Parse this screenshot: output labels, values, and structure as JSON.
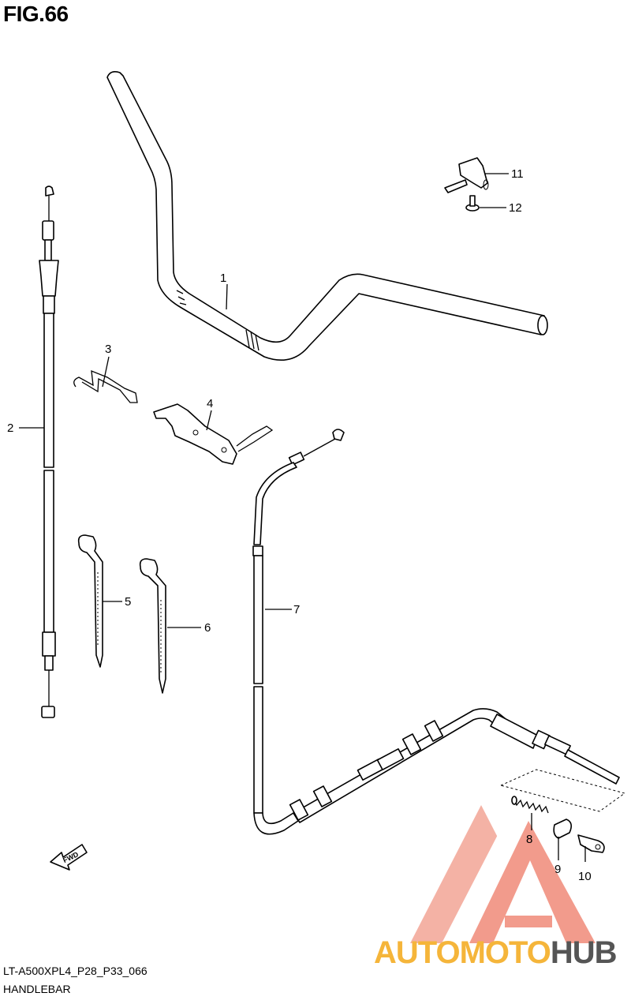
{
  "figure": {
    "title": "FIG.66",
    "code": "LT-A500XPL4_P28_P33_066",
    "section": "HANDLEBAR"
  },
  "parts": [
    {
      "ref": "1"
    },
    {
      "ref": "2"
    },
    {
      "ref": "3"
    },
    {
      "ref": "4"
    },
    {
      "ref": "5"
    },
    {
      "ref": "6"
    },
    {
      "ref": "7"
    },
    {
      "ref": "8"
    },
    {
      "ref": "9"
    },
    {
      "ref": "10"
    },
    {
      "ref": "11"
    },
    {
      "ref": "12"
    }
  ],
  "direction_arrow": {
    "label": "FWD"
  },
  "watermark": {
    "text": "AUTOMOTOHUB",
    "part_a": "AUTOMOTO",
    "part_b": "HUB",
    "color_primary": "#f08a78",
    "color_secondary": "#f5b53a",
    "color_dark": "#555555"
  },
  "colors": {
    "line": "#000000",
    "background": "#ffffff",
    "callout_8": "#cc2222"
  }
}
